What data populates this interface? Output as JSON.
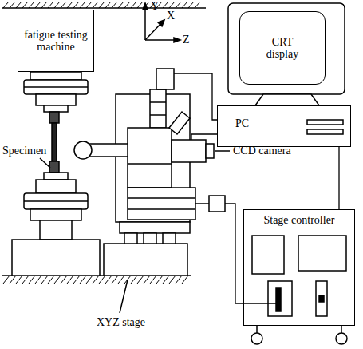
{
  "diagram": {
    "nodes": [
      {
        "text": [
          "fatigue testing machine"
        ]
      },
      {
        "text": [
          "CRT display"
        ]
      },
      {
        "text": [
          "PC"
        ]
      },
      {
        "text": [
          "Stage controller"
        ]
      }
    ],
    "edges": [
      {
        "from": 2,
        "to": 3,
        "arrow": "none"
      }
    ],
    "labels": [
      "Y",
      "X",
      "Z",
      "Specimen",
      "CCD camera",
      "XYZ stage"
    ]
  }
}
